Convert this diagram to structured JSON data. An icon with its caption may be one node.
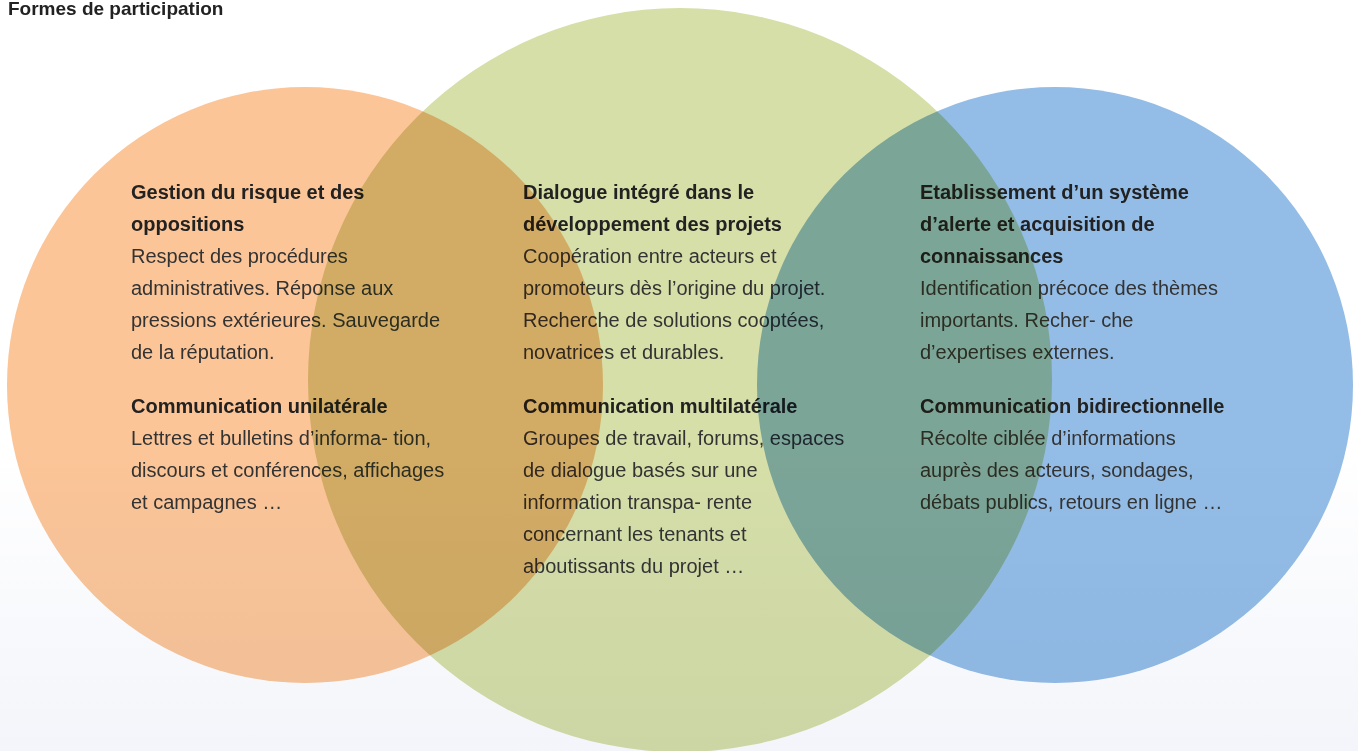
{
  "diagram": {
    "title": "Formes de participation",
    "nodes": [
      {
        "text": [
          "Gestion du risque et des oppositions",
          "Respect des procédures administratives. Réponse aux pressions extérieures. Sauvegarde de la réputation.",
          "Communication unilatérale",
          "Lettres et bulletins d’informa- tion, discours et conférences, affichages et campagnes …"
        ]
      },
      {
        "text": [
          "Dialogue intégré dans le développement des projets",
          "Coopération entre acteurs et promoteurs dès l’origine du projet. Recherche de solutions cooptées, novatrices et durables.",
          "Communication multilatérale",
          "Groupes de travail, forums, espaces de dialogue basés sur une information transpa- rente concernant les tenants et aboutissants du projet …"
        ]
      },
      {
        "text": [
          "Etablissement d’un système d’alerte et acquisition de connaissances",
          "Identification précoce des thèmes importants. Recher- che d’expertises externes.",
          "Communication bidirectionnelle",
          "Récolte ciblée d’informations auprès des acteurs, sondages, débats publics, retours en ligne …"
        ]
      }
    ]
  }
}
